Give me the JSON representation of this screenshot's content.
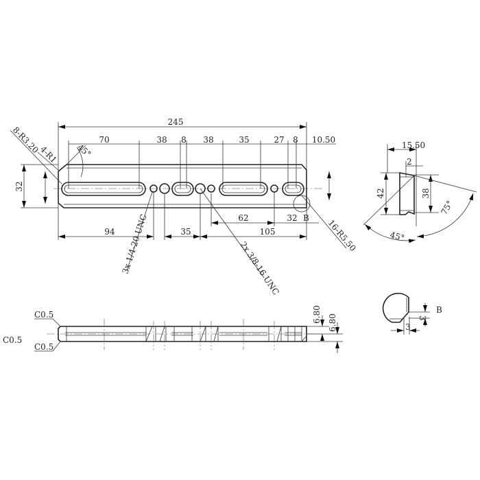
{
  "top_view": {
    "overall_length": "245",
    "dims_top": [
      "70",
      "38",
      "8",
      "38",
      "35",
      "27",
      "8",
      "10.50"
    ],
    "dims_bottom": [
      "94",
      "35",
      "105",
      "62",
      "32"
    ],
    "height": "32",
    "corner_radius_callout": "8-R3.20",
    "chamfer_callout": "4-R1",
    "chamfer_angle": "45°",
    "thread_callout_small": "3x 1/4-20 UNC",
    "thread_callout_large": "2x 3/8-16 UNC",
    "slot_radius_callout": "16-R5.50",
    "detail_label": "B"
  },
  "section_view": {
    "width": "15.50",
    "offset": "2",
    "outer_height": "42",
    "inner_height": "38",
    "angle_left": "45°",
    "angle_right": "75°"
  },
  "side_view": {
    "chamfer_top": "C0.5",
    "chamfer_bottom": "C0.5",
    "chamfer_left": "C0.5",
    "thickness_1": "6.80",
    "thickness_2": "6.80"
  },
  "detail_b": {
    "label": "B",
    "dim_v": "3",
    "dim_h": "3"
  }
}
